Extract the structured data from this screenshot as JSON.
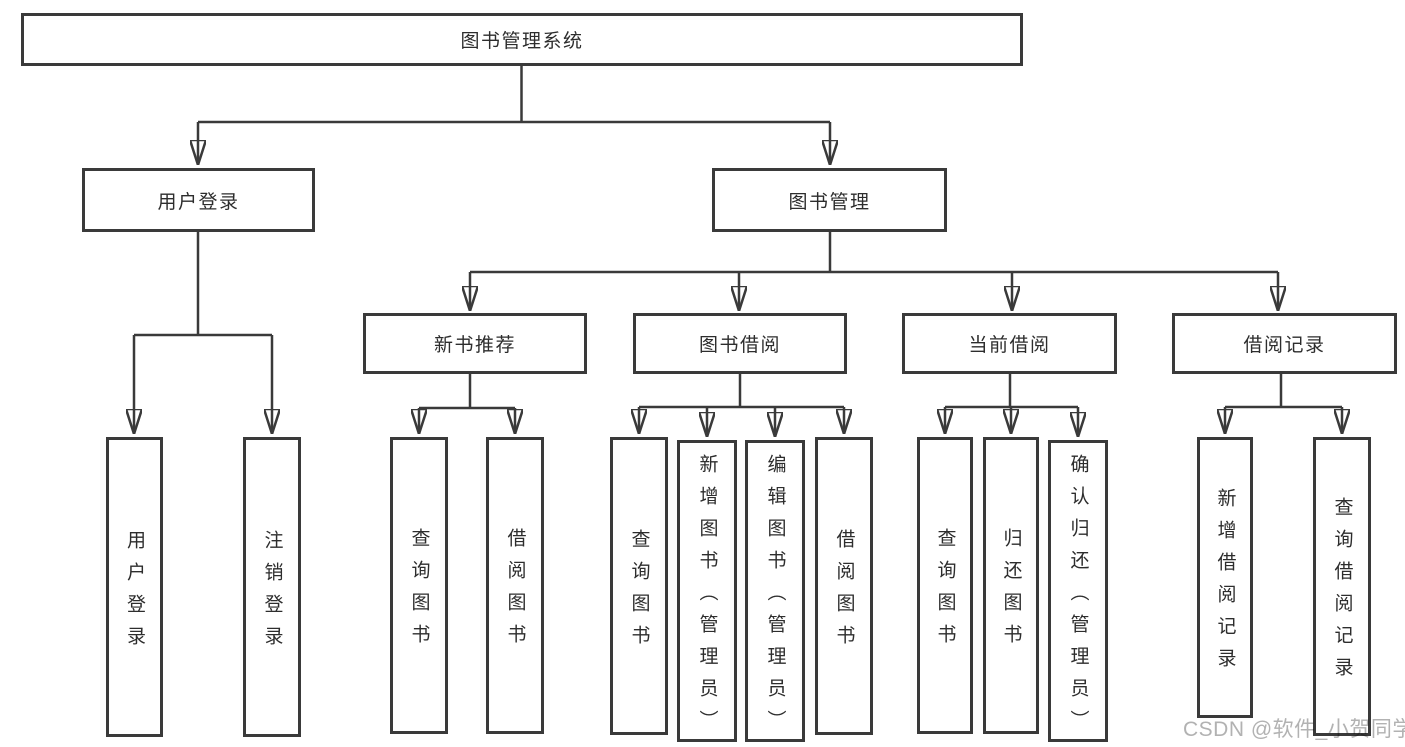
{
  "tree": {
    "label": "图书管理系统",
    "children": [
      {
        "label": "用户登录",
        "children": [
          {
            "label": "用户登录"
          },
          {
            "label": "注销登录"
          }
        ]
      },
      {
        "label": "图书管理",
        "children": [
          {
            "label": "新书推荐",
            "children": [
              {
                "label": "查询图书"
              },
              {
                "label": "借阅图书"
              }
            ]
          },
          {
            "label": "图书借阅",
            "children": [
              {
                "label": "查询图书"
              },
              {
                "label": "新增图书（管理员）"
              },
              {
                "label": "编辑图书（管理员）"
              },
              {
                "label": "借阅图书"
              }
            ]
          },
          {
            "label": "当前借阅",
            "children": [
              {
                "label": "查询图书"
              },
              {
                "label": "归还图书"
              },
              {
                "label": "确认归还（管理员）"
              }
            ]
          },
          {
            "label": "借阅记录",
            "children": [
              {
                "label": "新增借阅记录"
              },
              {
                "label": "查询借阅记录"
              }
            ]
          }
        ]
      }
    ]
  },
  "watermark": "CSDN @软件_小贺同学",
  "colors": {
    "line": "#3a3a3a",
    "box_border": "#3a3a3a",
    "text": "#2d2d2d",
    "watermark": "#b2b2b2",
    "background": "#ffffff"
  }
}
